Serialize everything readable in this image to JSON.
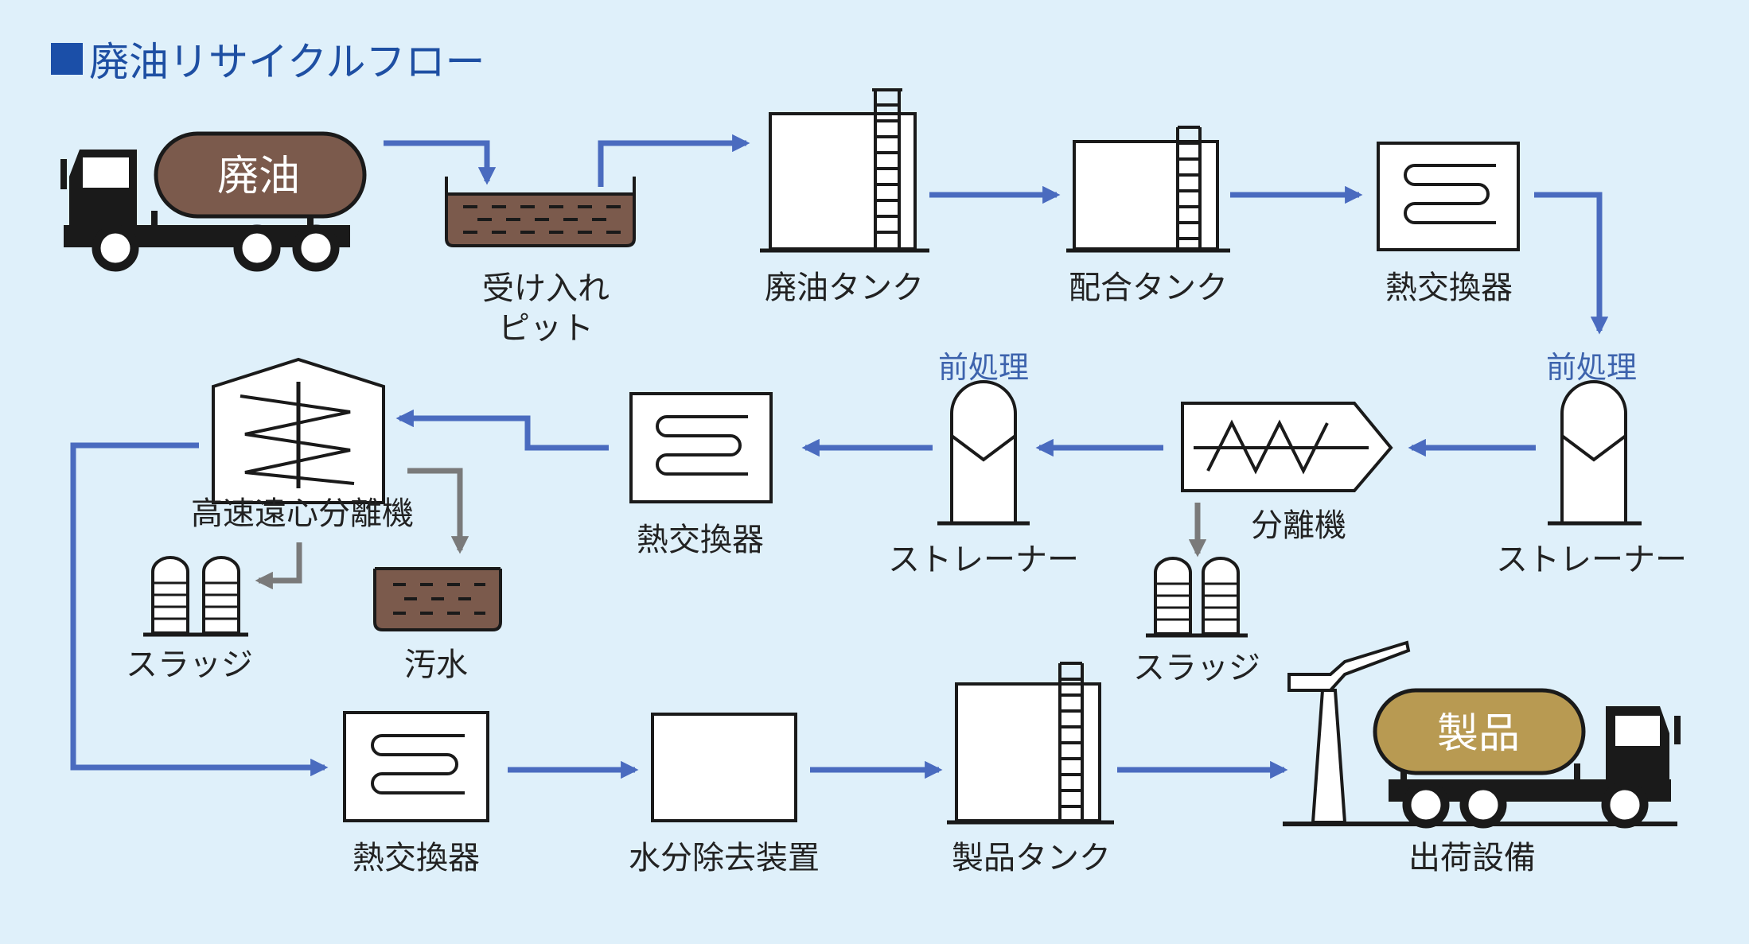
{
  "title": "廃油リサイクルフロー",
  "colors": {
    "background": "#dff0fa",
    "arrow_blue": "#4a6bbf",
    "arrow_gray": "#7a7a7a",
    "oil_brown": "#7b5a4c",
    "product_gold": "#b89a52",
    "title_blue": "#1e4fa3",
    "pretreat_blue": "#3d63ad"
  },
  "trucks": {
    "waste_oil": "廃油",
    "product": "製品"
  },
  "nodes": {
    "receiving_pit": "受け入れ\nピット",
    "waste_oil_tank": "廃油タンク",
    "blending_tank": "配合タンク",
    "heat_exchanger_1": "熱交換器",
    "strainer_1": "ストレーナー",
    "pretreatment_1": "前処理",
    "separator": "分離機",
    "sludge_1": "スラッジ",
    "strainer_2": "ストレーナー",
    "pretreatment_2": "前処理",
    "heat_exchanger_2": "熱交換器",
    "centrifuge": "高速遠心分離機",
    "sludge_2": "スラッジ",
    "wastewater": "汚水",
    "heat_exchanger_3": "熱交換器",
    "water_removal": "水分除去装置",
    "product_tank": "製品タンク",
    "shipping": "出荷設備"
  }
}
